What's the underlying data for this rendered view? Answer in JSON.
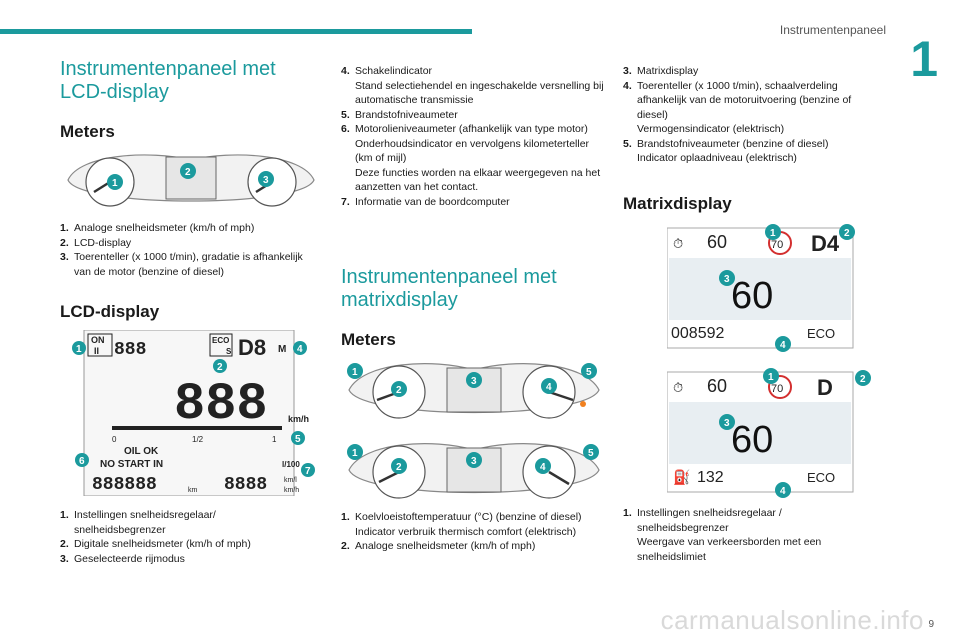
{
  "header": {
    "title": "Instrumentenpaneel",
    "chapter": "1",
    "page": "9",
    "watermark": "carmanualsonline.info"
  },
  "col1": {
    "title": "Instrumentenpaneel met LCD-display",
    "meters_heading": "Meters",
    "meters_items": [
      {
        "num": "1.",
        "text": "Analoge snelheidsmeter (km/h of mph)"
      },
      {
        "num": "2.",
        "text": "LCD-display"
      },
      {
        "num": "3.",
        "text": "Toerenteller (x 1000 t/min), gradatie is afhankelijk van de motor (benzine of diesel)"
      }
    ],
    "lcd_heading": "LCD-display",
    "lcd_items": [
      {
        "num": "1.",
        "text": "Instellingen snelheidsregelaar/\nsnelheidsbegrenzer"
      },
      {
        "num": "2.",
        "text": "Digitale snelheidsmeter (km/h of mph)"
      },
      {
        "num": "3.",
        "text": "Geselecteerde rijmodus"
      }
    ],
    "lcd_display": {
      "on": "ON",
      "ii": "II",
      "eco": "ECO",
      "s": "S",
      "gear": "D8",
      "m": "M",
      "speed": "888",
      "unit": "km/h",
      "scale_0": "0",
      "scale_half": "1/2",
      "scale_1": "1",
      "oil": "OIL OK",
      "nostart": "NO START IN",
      "l100": "l/100",
      "odo1": "888888",
      "km": "km",
      "odo2": "8888",
      "kml": "km/l",
      "kmh2": "km/h"
    }
  },
  "col2": {
    "items_a": [
      {
        "num": "4.",
        "text": "Schakelindicator\nStand selectiehendel en ingeschakelde versnelling bij automatische transmissie"
      },
      {
        "num": "5.",
        "text": "Brandstofniveaumeter"
      },
      {
        "num": "6.",
        "text": "Motorolieniveaumeter (afhankelijk van type motor)\nOnderhoudsindicator en vervolgens kilometerteller (km of mijl)\nDeze functies worden na elkaar weergegeven na het aanzetten van het contact."
      },
      {
        "num": "7.",
        "text": "Informatie van de boordcomputer"
      }
    ],
    "title": "Instrumentenpaneel met matrixdisplay",
    "meters_heading": "Meters",
    "items_b": [
      {
        "num": "1.",
        "text": "Koelvloeistoftemperatuur (°C) (benzine of diesel)\nIndicator verbruik thermisch comfort (elektrisch)"
      },
      {
        "num": "2.",
        "text": "Analoge snelheidsmeter (km/h of mph)"
      }
    ]
  },
  "col3": {
    "items_a": [
      {
        "num": "3.",
        "text": "Matrixdisplay"
      },
      {
        "num": "4.",
        "text": "Toerenteller (x 1000 t/min), schaalverdeling afhankelijk van de motoruitvoering (benzine of diesel)\nVermogensindicator (elektrisch)"
      },
      {
        "num": "5.",
        "text": "Brandstofniveaumeter (benzine of diesel)\nIndicator oplaadniveau (elektrisch)"
      }
    ],
    "matrix_heading": "Matrixdisplay",
    "matrix1": {
      "set_speed": "60",
      "sign": "70",
      "gear": "D4",
      "speed": "60",
      "odo": "008592",
      "mode": "ECO"
    },
    "matrix2": {
      "set_speed": "60",
      "sign": "70",
      "gear": "D",
      "speed": "60",
      "range": "132",
      "mode": "ECO"
    },
    "items_b": [
      {
        "num": "1.",
        "text": "Instellingen snelheidsregelaar /\nsnelheidsbegrenzer\nWeergave van verkeersborden met een snelheidslimiet"
      }
    ]
  },
  "colors": {
    "accent": "#1b9a9d",
    "red": "#d32f2f"
  }
}
